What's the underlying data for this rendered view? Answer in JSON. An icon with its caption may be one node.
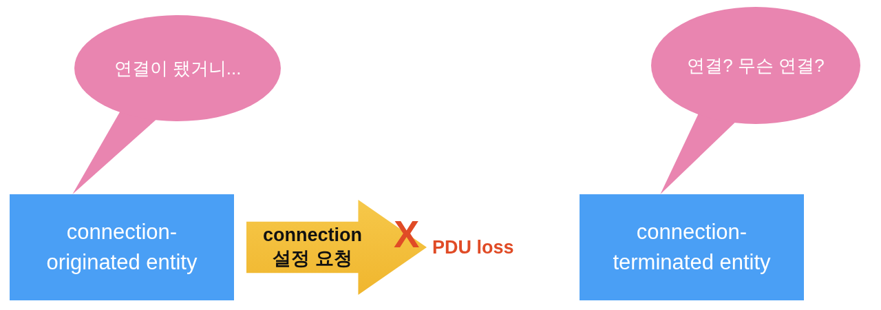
{
  "diagram": {
    "nodes": [
      {
        "text": [
          "연결이 됐거니..."
        ]
      },
      {
        "text": [
          "connection- originated entity"
        ]
      },
      {
        "text": [
          "connection 설정 요청"
        ]
      },
      {
        "text": [
          "연결? 무슨 연결?"
        ]
      },
      {
        "text": [
          "connection- terminated entity"
        ]
      }
    ],
    "edges": [
      {
        "from": 0,
        "to": 1,
        "arrow": "none"
      },
      {
        "from": 3,
        "to": 4,
        "arrow": "none"
      }
    ],
    "labels": [
      "X",
      "PDU loss"
    ]
  }
}
